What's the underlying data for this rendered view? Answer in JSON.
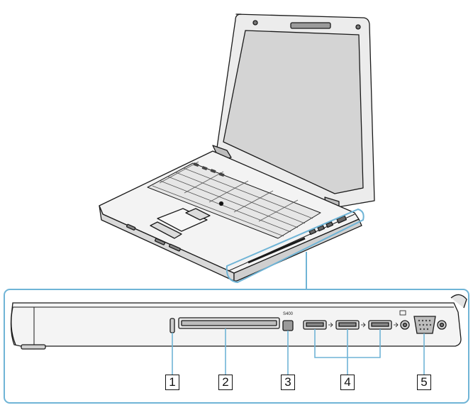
{
  "figure": {
    "callouts": [
      {
        "id": 1,
        "label": "1"
      },
      {
        "id": 2,
        "label": "2"
      },
      {
        "id": 3,
        "label": "3"
      },
      {
        "id": 4,
        "label": "4"
      },
      {
        "id": 5,
        "label": "5"
      }
    ],
    "port_label_i_link": "S400"
  },
  "colors": {
    "frame": "#6fb4d6",
    "line": "#1a1a1a",
    "shade": "#d9d9d9",
    "screen": "#cfcfcf"
  }
}
